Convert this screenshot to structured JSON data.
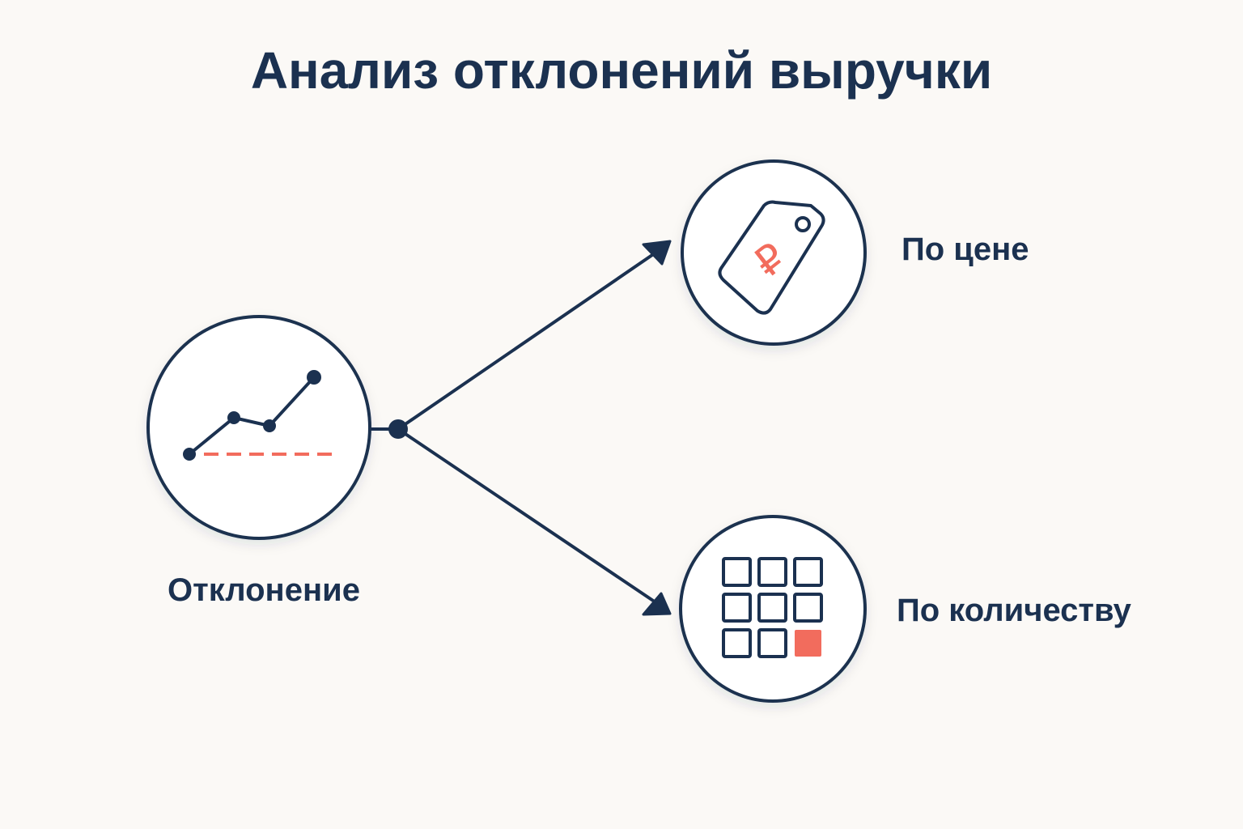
{
  "title": "Анализ отклонений выручки",
  "nodes": {
    "deviation": {
      "label": "Отклонение",
      "icon": "line-chart-icon"
    },
    "price": {
      "label": "По цене",
      "icon": "price-tag-ruble-icon",
      "symbol": "₽"
    },
    "quantity": {
      "label": "По количеству",
      "icon": "quantity-grid-icon"
    }
  },
  "colors": {
    "background": "#fbf9f6",
    "primary": "#1b3150",
    "accent": "#f26c5d"
  }
}
